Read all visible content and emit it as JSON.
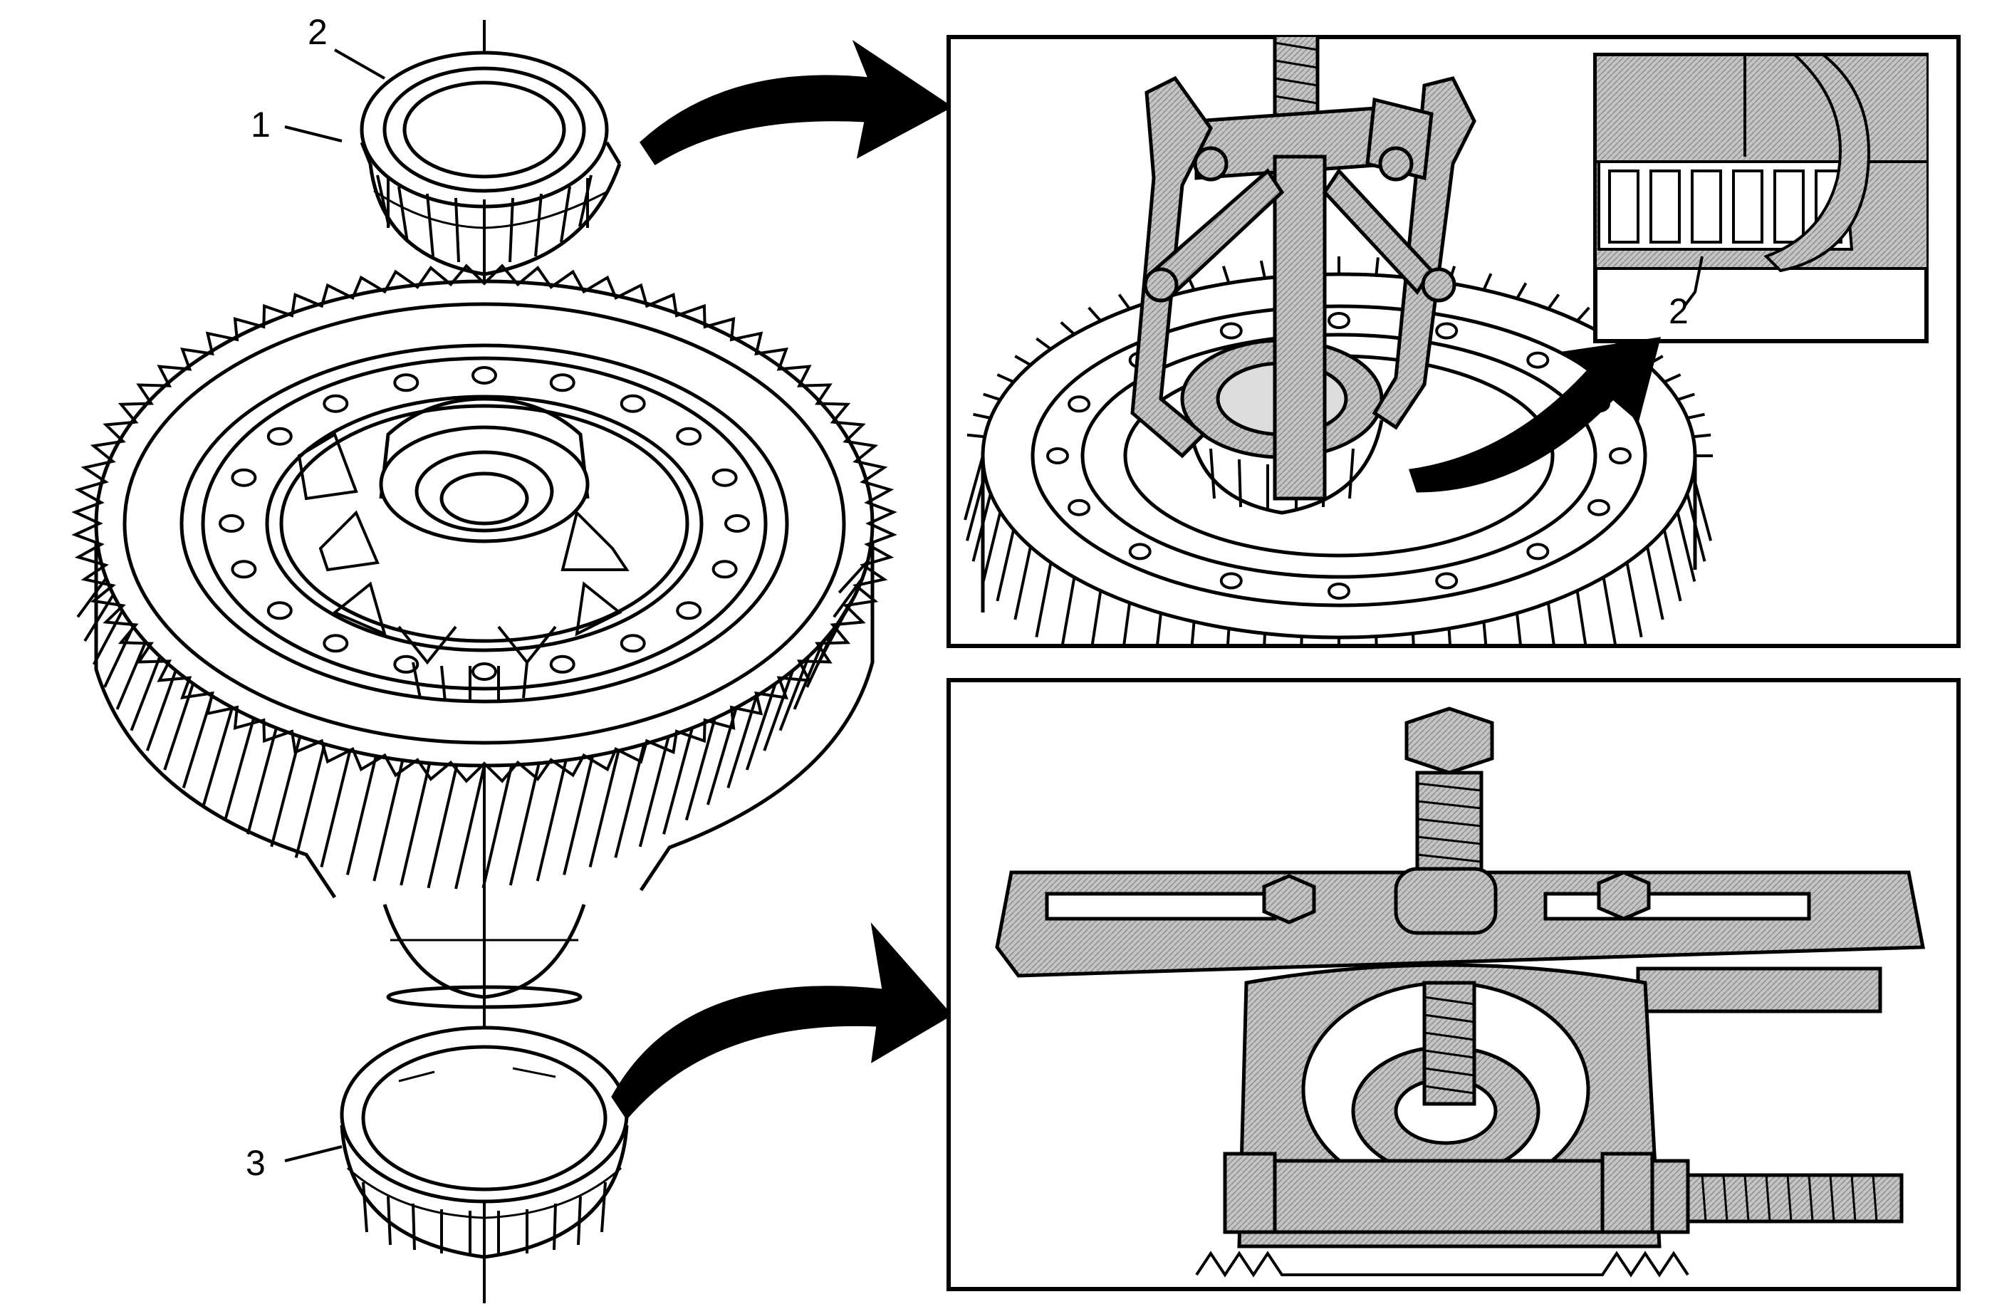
{
  "callouts": {
    "one": "1",
    "two": "2",
    "three": "3",
    "inset_two": "2"
  },
  "colors": {
    "line": "#000000",
    "tool_fill": "#bdbdbd",
    "background": "#ffffff"
  },
  "icons": {
    "upper_arrow": "curved-arrow-icon",
    "inset_arrow": "curved-arrow-icon",
    "lower_arrow": "curved-arrow-icon"
  }
}
